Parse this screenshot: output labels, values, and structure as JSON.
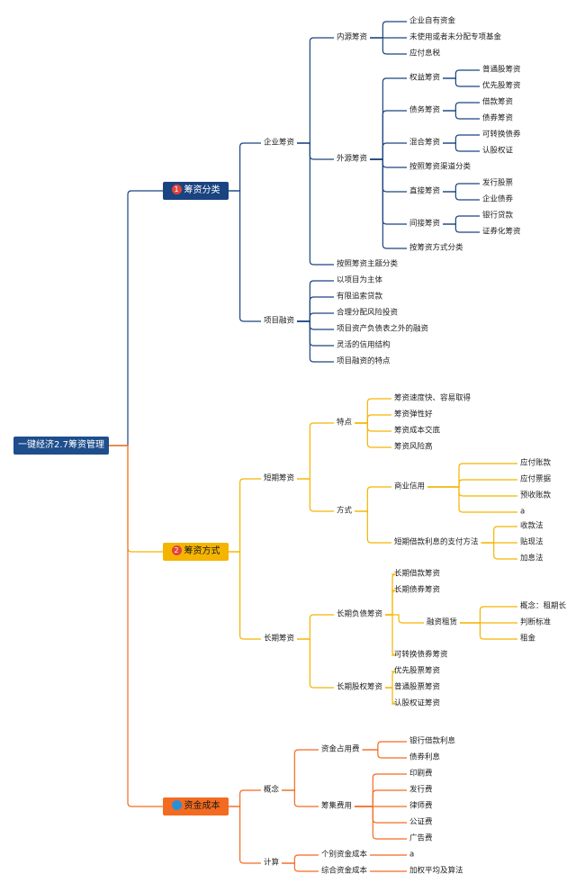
{
  "colors": {
    "navy": "#1a4380",
    "amber": "#f5b400",
    "orange": "#f36b21",
    "root": "#1e4e8c"
  },
  "root": "一键经济2.7筹资管理",
  "branches": [
    {
      "title": "筹资分类",
      "badge": "1",
      "badge_color": "#e2433b",
      "children": [
        {
          "label": "企业筹资",
          "children": [
            {
              "label": "内源筹资",
              "children": [
                {
                  "label": "企业自有资金"
                },
                {
                  "label": "未使用或者未分配专项基金"
                },
                {
                  "label": "应付息税"
                }
              ]
            },
            {
              "label": "外源筹资",
              "children": [
                {
                  "label": "权益筹资",
                  "children": [
                    {
                      "label": "普通股筹资"
                    },
                    {
                      "label": "优先股筹资"
                    }
                  ]
                },
                {
                  "label": "债务筹资",
                  "children": [
                    {
                      "label": "借款筹资"
                    },
                    {
                      "label": "债券筹资"
                    }
                  ]
                },
                {
                  "label": "混合筹资",
                  "children": [
                    {
                      "label": "可转换债券"
                    },
                    {
                      "label": "认股权证"
                    }
                  ]
                },
                {
                  "label": "按照筹资渠道分类"
                },
                {
                  "label": "直接筹资",
                  "children": [
                    {
                      "label": "发行股票"
                    },
                    {
                      "label": "企业债券"
                    }
                  ]
                },
                {
                  "label": "间接筹资",
                  "children": [
                    {
                      "label": "银行贷款"
                    },
                    {
                      "label": "证券化筹资"
                    }
                  ]
                },
                {
                  "label": "按筹资方式分类"
                }
              ]
            },
            {
              "label": "按照筹资主题分类"
            }
          ]
        },
        {
          "label": "项目融资",
          "children": [
            {
              "label": "以项目为主体"
            },
            {
              "label": "有限追索贷款"
            },
            {
              "label": "合理分配风险投资"
            },
            {
              "label": "项目资产负债表之外的融资"
            },
            {
              "label": "灵活的信用结构"
            },
            {
              "label": "项目融资的特点"
            }
          ]
        }
      ]
    },
    {
      "title": "筹资方式",
      "badge": "2",
      "badge_color": "#e2433b",
      "children": [
        {
          "label": "短期筹资",
          "children": [
            {
              "label": "特点",
              "children": [
                {
                  "label": "筹资速度快、容易取得"
                },
                {
                  "label": "筹资弹性好"
                },
                {
                  "label": "筹资成本交底"
                },
                {
                  "label": "筹资风险高"
                }
              ]
            },
            {
              "label": "方式",
              "children": [
                {
                  "label": "商业信用",
                  "children": [
                    {
                      "label": "应付账款"
                    },
                    {
                      "label": "应付票据"
                    },
                    {
                      "label": "预收账款"
                    },
                    {
                      "label": "a"
                    }
                  ]
                },
                {
                  "label": "短期借款利息的支付方法",
                  "children": [
                    {
                      "label": "收款法"
                    },
                    {
                      "label": "贴现法"
                    },
                    {
                      "label": "加息法"
                    }
                  ]
                }
              ]
            }
          ]
        },
        {
          "label": "长期筹资",
          "children": [
            {
              "label": "长期负债筹资",
              "children": [
                {
                  "label": "长期借款筹资"
                },
                {
                  "label": "长期债券筹资"
                },
                {
                  "label": "融资租赁",
                  "children": [
                    {
                      "label": "概念：租期长"
                    },
                    {
                      "label": "判断标准"
                    },
                    {
                      "label": "租金"
                    }
                  ]
                },
                {
                  "label": "可转换债券筹资"
                }
              ]
            },
            {
              "label": "长期股权筹资",
              "children": [
                {
                  "label": "优先股票筹资"
                },
                {
                  "label": "普通股票筹资"
                },
                {
                  "label": "认股权证筹资"
                }
              ]
            }
          ]
        }
      ]
    },
    {
      "title": "资金成本",
      "badge": "",
      "badge_color": "#2b8fd6",
      "children": [
        {
          "label": "概念",
          "children": [
            {
              "label": "资金占用费",
              "children": [
                {
                  "label": "银行借款利息"
                },
                {
                  "label": "债券利息"
                }
              ]
            },
            {
              "label": "筹集费用",
              "children": [
                {
                  "label": "印刷费"
                },
                {
                  "label": "发行费"
                },
                {
                  "label": "律师费"
                },
                {
                  "label": "公证费"
                },
                {
                  "label": "广告费"
                }
              ]
            }
          ]
        },
        {
          "label": "计算",
          "children": [
            {
              "label": "个别资金成本",
              "children": [
                {
                  "label": "a"
                }
              ]
            },
            {
              "label": "综合资金成本",
              "children": [
                {
                  "label": "加权平均及算法"
                }
              ]
            }
          ]
        }
      ]
    }
  ]
}
